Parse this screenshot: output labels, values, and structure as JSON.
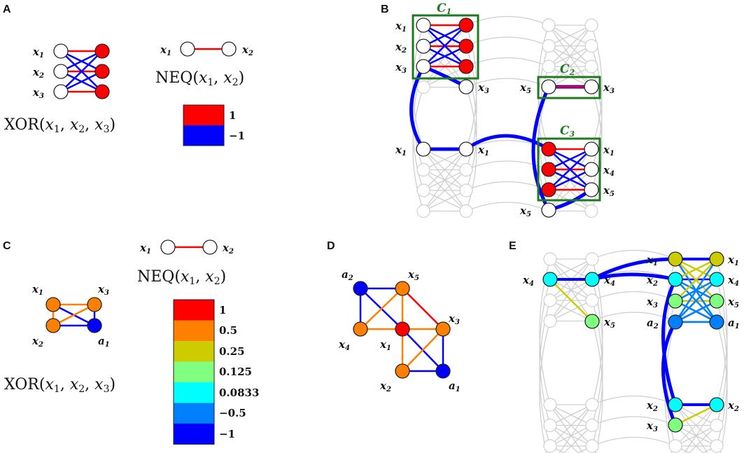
{
  "panels": {
    "A": {
      "label": "A",
      "xor_gate": "XOR",
      "xor_args": "(x1, x2, x3)",
      "neq_gate": "NEQ",
      "neq_args": "(x1, x2)",
      "colorbar": [
        {
          "label": "1",
          "color": "#ff0000"
        },
        {
          "label": "−1",
          "color": "#0000ff"
        }
      ]
    },
    "B": {
      "label": "B",
      "cliques": [
        "C1",
        "C2",
        "C3"
      ]
    },
    "C": {
      "label": "C",
      "xor_gate": "XOR",
      "neq_gate": "NEQ",
      "colorbar": [
        {
          "label": "1",
          "color": "#ff0000"
        },
        {
          "label": "0.5",
          "color": "#ff8000"
        },
        {
          "label": "0.25",
          "color": "#cccc00"
        },
        {
          "label": "0.125",
          "color": "#80ff80"
        },
        {
          "label": "0.0833",
          "color": "#00ffff"
        },
        {
          "label": "−0.5",
          "color": "#0080ff"
        },
        {
          "label": "−1",
          "color": "#0000ff"
        }
      ]
    },
    "D": {
      "label": "D"
    },
    "E": {
      "label": "E"
    }
  },
  "colors": {
    "positive": "#ff0000",
    "negative": "#0000ff",
    "clique_box": "#1e7a1e",
    "grid": "#cfcfcf",
    "orange": "#ff8000",
    "olive": "#cccc00",
    "lightgreen": "#80ff80",
    "cyan": "#00ffff",
    "azure": "#0080ff"
  },
  "variables": {
    "x1": "x1",
    "x2": "x2",
    "x3": "x3",
    "x4": "x4",
    "x5": "x5",
    "a1": "a1",
    "a2": "a2"
  }
}
